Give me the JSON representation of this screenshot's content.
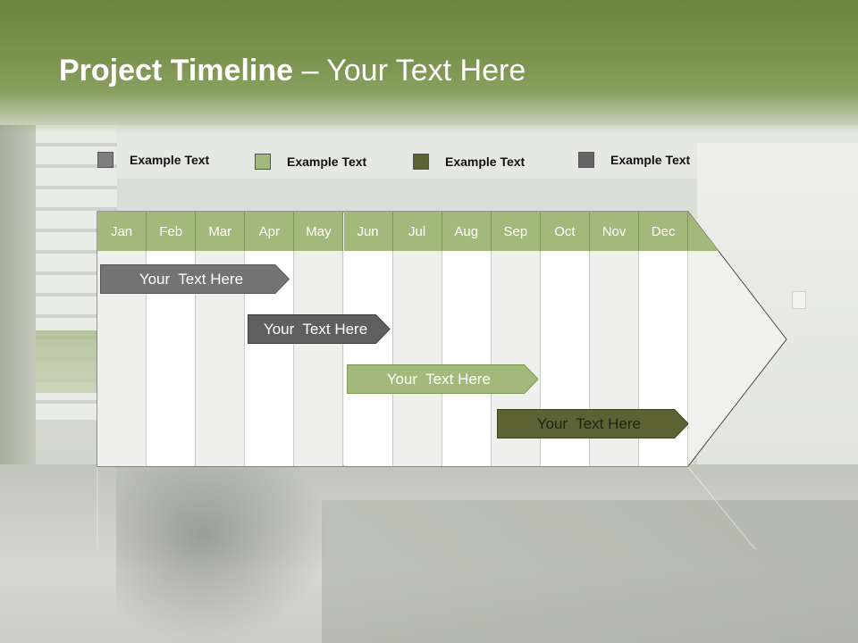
{
  "title": {
    "bold": "Project Timeline",
    "rest": " – Your Text Here"
  },
  "legend": [
    {
      "label": "Example Text",
      "color": "#7f7f7f"
    },
    {
      "label": "Example Text",
      "color": "#a3b97c"
    },
    {
      "label": "Example Text",
      "color": "#5c6234"
    },
    {
      "label": "Example Text",
      "color": "#666666"
    }
  ],
  "months": [
    "Jan",
    "Feb",
    "Mar",
    "Apr",
    "May",
    "Jun",
    "Jul",
    "Aug",
    "Sep",
    "Oct",
    "Nov",
    "Dec"
  ],
  "bars": [
    {
      "label": "Your  Text Here",
      "color": "#737373",
      "border": "#555555",
      "start_month": 0.0,
      "end_month": 3.9,
      "text_dark": false
    },
    {
      "label": "Your  Text Here",
      "color": "#5f5f5f",
      "border": "#3d3d3d",
      "start_month": 3.0,
      "end_month": 5.95,
      "text_dark": false
    },
    {
      "label": "Your  Text Here",
      "color": "#a3b97c",
      "border": "#7f9a55",
      "start_month": 5.0,
      "end_month": 8.95,
      "text_dark": false
    },
    {
      "label": "Your  Text Here",
      "color": "#5c6234",
      "border": "#3e4320",
      "start_month": 8.05,
      "end_month": 12.0,
      "text_dark": true
    }
  ]
}
